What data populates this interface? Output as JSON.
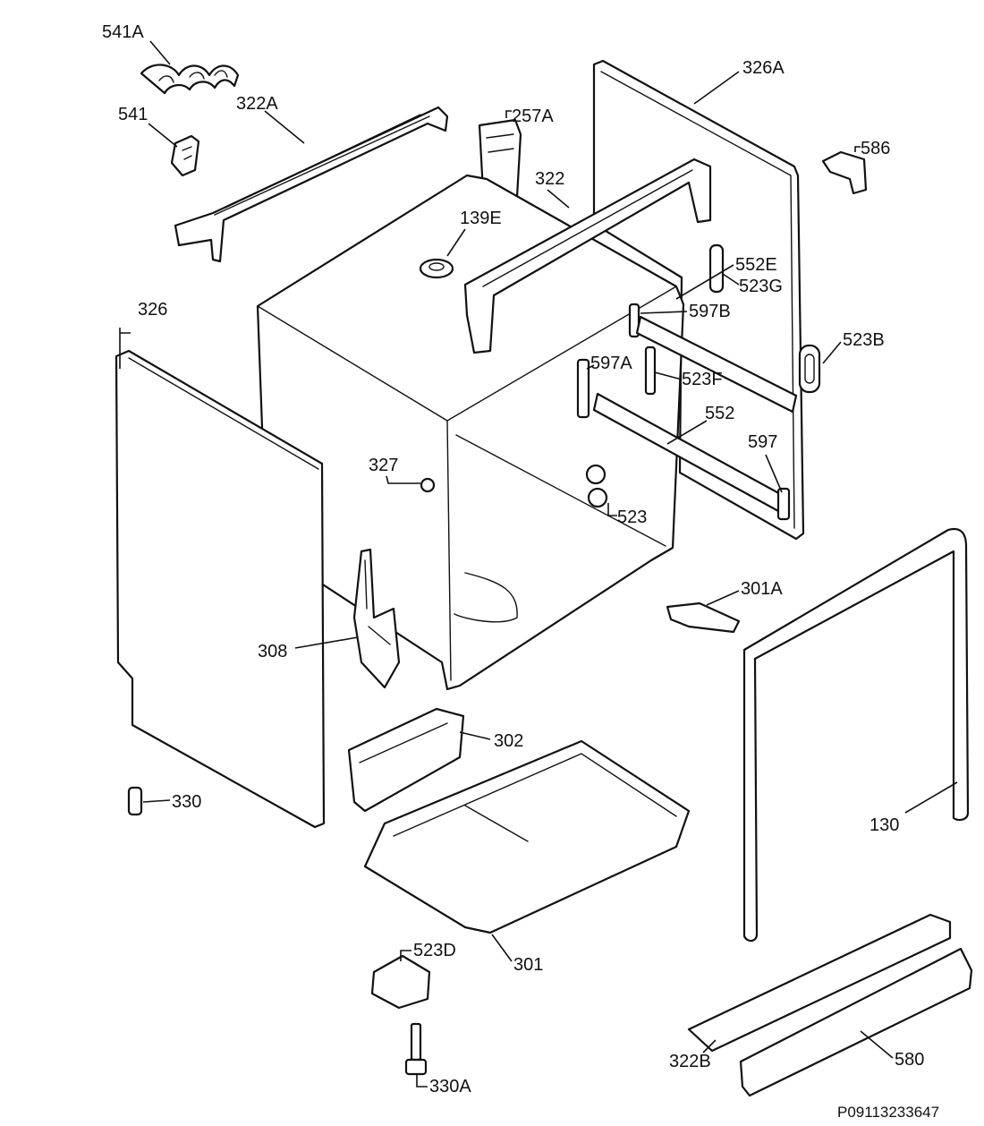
{
  "diagram": {
    "reference": "P09113233647",
    "labels": {
      "l541A": "541A",
      "l541": "541",
      "l322A": "322A",
      "l257A": "257A",
      "l326A": "326A",
      "l586": "586",
      "l322": "322",
      "l139E": "139E",
      "l523G": "523G",
      "l597B": "597B",
      "l552E": "552E",
      "l523B": "523B",
      "l597A": "597A",
      "l523F": "523F",
      "l326": "326",
      "l552": "552",
      "l597": "597",
      "l327": "327",
      "l523": "523",
      "l301A": "301A",
      "l308": "308",
      "l302": "302",
      "l330": "330",
      "l130": "130",
      "l301": "301",
      "l523D": "523D",
      "l322B": "322B",
      "l580": "580",
      "l330A": "330A"
    }
  }
}
